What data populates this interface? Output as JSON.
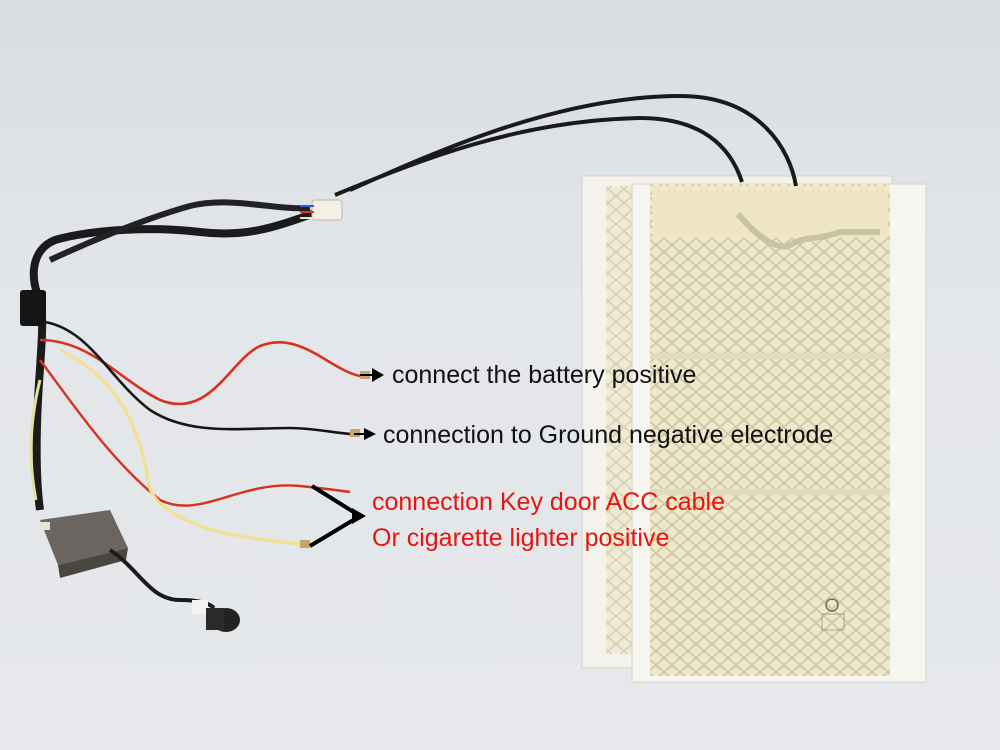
{
  "annotations": {
    "battery": "connect the battery positive",
    "ground": "connection to Ground negative electrode",
    "acc_line1": "connection Key door ACC cable",
    "acc_line2": "Or cigarette lighter positive"
  },
  "colors": {
    "annotation_text": "#111111",
    "acc_text": "#e8140f",
    "pad_paper": "#f4f2ea",
    "heating_element": "#ece6c6",
    "harness": "#1b1b1b",
    "red_wire": "#d6321f",
    "yellow_wire": "#f2e08a"
  }
}
